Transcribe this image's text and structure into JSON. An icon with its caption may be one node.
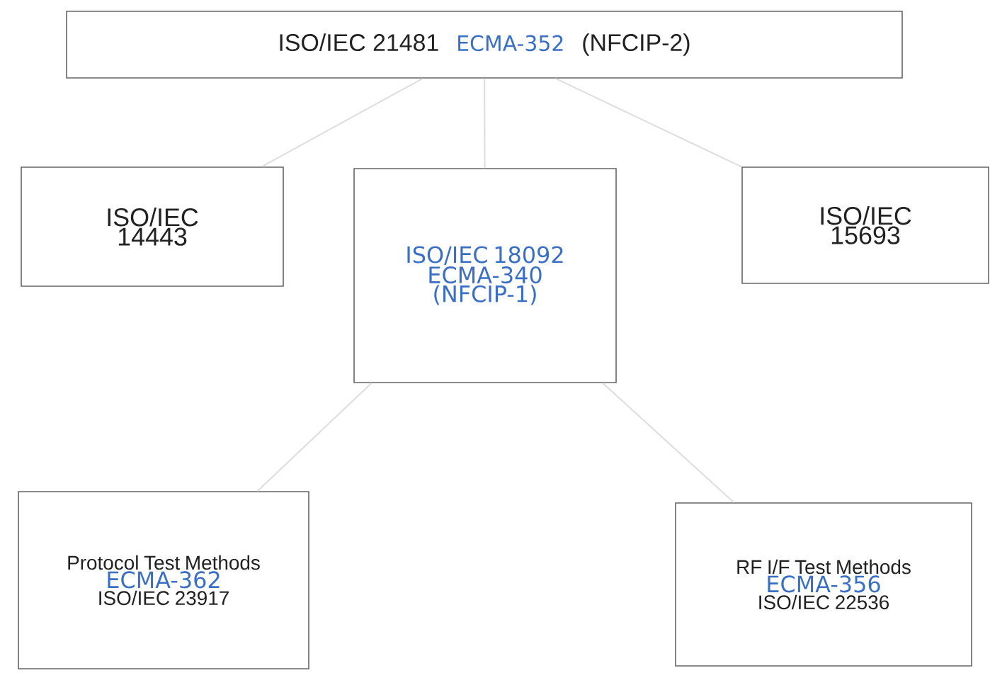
{
  "diagram": {
    "nodes": [
      {
        "text": [
          "ISO/IEC 21481",
          "ECMA-352",
          "(NFCIP-2)"
        ]
      },
      {
        "text": [
          "ISO/IEC 14443"
        ]
      },
      {
        "text": [
          "ISO/IEC 18092",
          "ECMA-340",
          "(NFCIP-1)"
        ]
      },
      {
        "text": [
          "ISO/IEC 15693"
        ]
      },
      {
        "text": [
          "Protocol Test Methods",
          "ECMA-362",
          "ISO/IEC 23917"
        ]
      },
      {
        "text": [
          "RF I/F Test Methods",
          "ECMA-356",
          "ISO/IEC 22536"
        ]
      }
    ],
    "edges": [
      {
        "from": 0,
        "to": 1,
        "arrow": "none"
      },
      {
        "from": 0,
        "to": 2,
        "arrow": "none"
      },
      {
        "from": 0,
        "to": 3,
        "arrow": "none"
      },
      {
        "from": 2,
        "to": 4,
        "arrow": "none"
      },
      {
        "from": 2,
        "to": 5,
        "arrow": "none"
      }
    ]
  }
}
